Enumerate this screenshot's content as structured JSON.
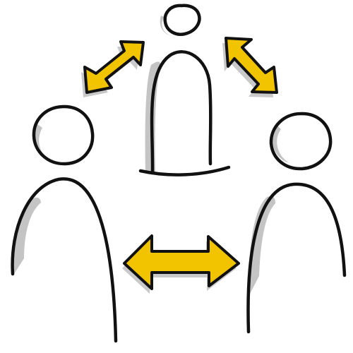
{
  "scene": {
    "colors": {
      "background": "#ffffff",
      "outline": "#111111",
      "shadow": "#bdbdbd",
      "arrow_fill": "#f2c400",
      "arrow_shadow": "#c9c9c9"
    },
    "figures": [
      {
        "role": "person-top-center"
      },
      {
        "role": "person-left"
      },
      {
        "role": "person-right"
      }
    ],
    "arrows": [
      {
        "role": "arrow-top-left-diagonal",
        "direction": "bidirectional"
      },
      {
        "role": "arrow-top-right-diagonal",
        "direction": "bidirectional"
      },
      {
        "role": "arrow-bottom-horizontal",
        "direction": "bidirectional"
      }
    ]
  }
}
